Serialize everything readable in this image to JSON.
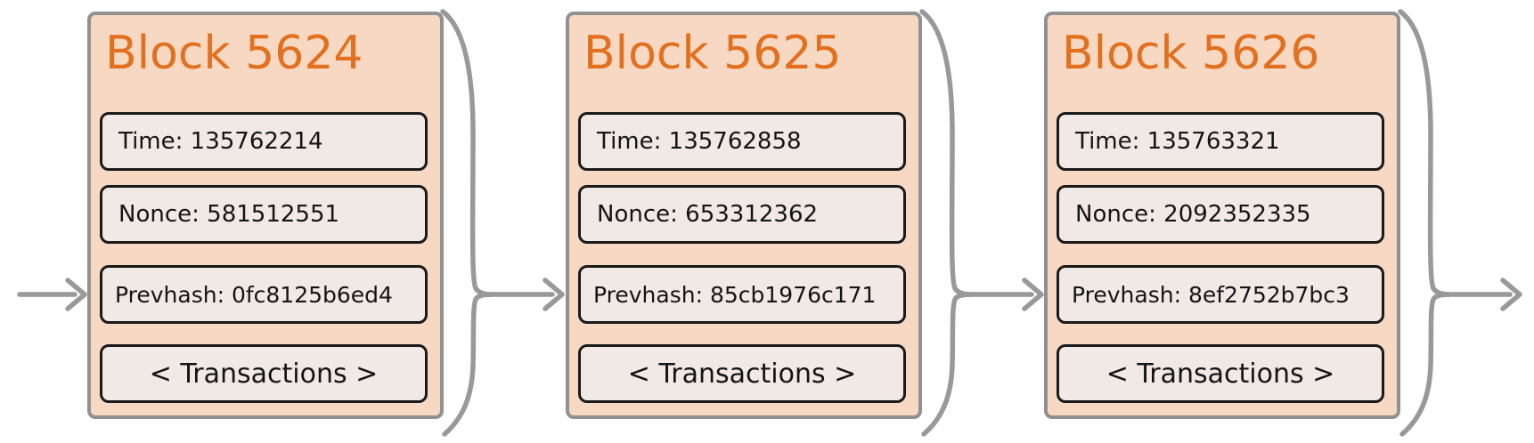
{
  "palette": {
    "background": "#ffffff",
    "block_fill": "#F7D8C3",
    "block_border": "#919191",
    "block_title_color": "#E2701E",
    "field_fill": "#F1E9E6",
    "field_border": "#1A1A1A",
    "field_text_color": "#141414",
    "connector_color": "#999999"
  },
  "blocks": [
    {
      "title": "Block 5624",
      "time": "Time: 135762214",
      "nonce": "Nonce: 581512551",
      "prevhash": "Prevhash: 0fc8125b6ed4",
      "transactions": "< Transactions >"
    },
    {
      "title": "Block 5625",
      "time": "Time: 135762858",
      "nonce": "Nonce: 653312362",
      "prevhash": "Prevhash: 85cb1976c171",
      "transactions": "< Transactions >"
    },
    {
      "title": "Block 5626",
      "time": "Time: 135763321",
      "nonce": "Nonce: 2092352335",
      "prevhash": "Prevhash: 8ef2752b7bc3",
      "transactions": "< Transactions >"
    }
  ]
}
